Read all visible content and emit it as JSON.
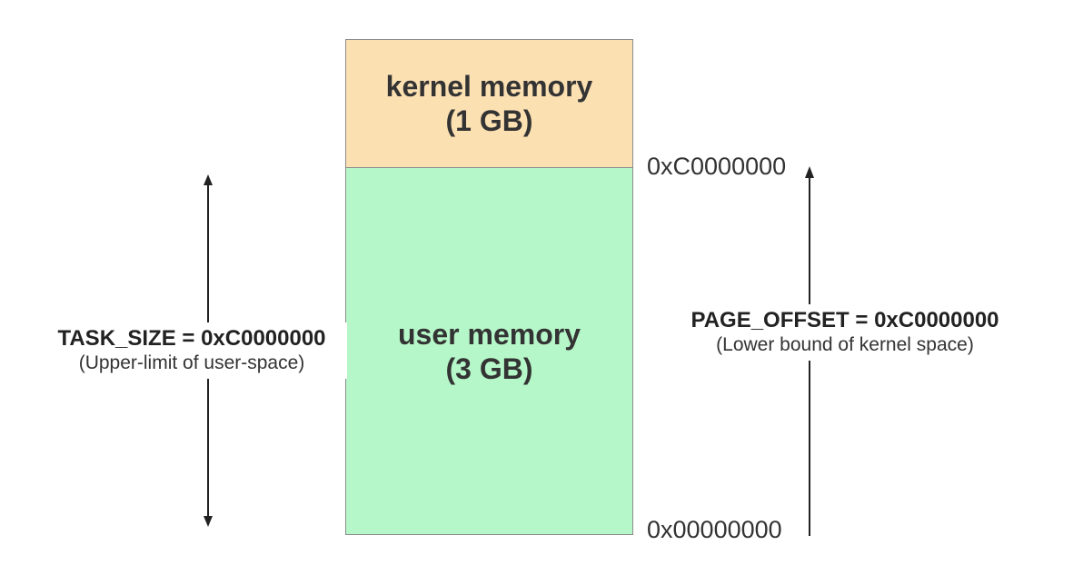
{
  "kernel_block": {
    "title": "kernel memory",
    "size": "(1 GB)",
    "color": "#fbe0b2"
  },
  "user_block": {
    "title": "user memory",
    "size": "(3 GB)",
    "color": "#b6f7c9"
  },
  "addresses": {
    "boundary": "0xC0000000",
    "base": "0x00000000"
  },
  "task_size": {
    "label": "TASK_SIZE = 0xC0000000",
    "description": "(Upper-limit of user-space)"
  },
  "page_offset": {
    "label": "PAGE_OFFSET = 0xC0000000",
    "description": "(Lower bound of kernel space)"
  }
}
